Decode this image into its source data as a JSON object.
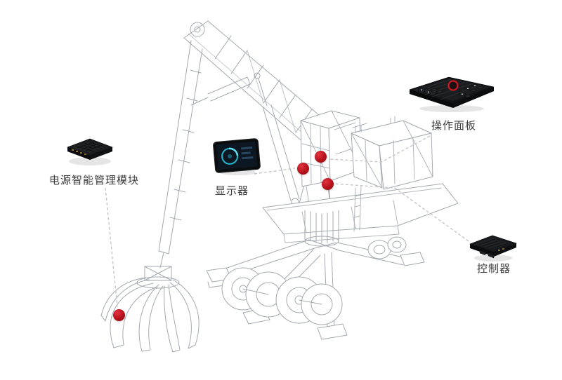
{
  "page": {
    "background": "#ffffff",
    "type": "product-hotspot-diagram",
    "subject": "material-handler-crane-wireframe"
  },
  "diagram": {
    "callouts": [
      {
        "id": "power-module",
        "label": "电源智能管理模块",
        "image": "power-module-photo"
      },
      {
        "id": "display",
        "label": "显示器",
        "image": "display-tablet-photo"
      },
      {
        "id": "control-panel",
        "label": "操作面板",
        "image": "control-panel-photo"
      },
      {
        "id": "controller",
        "label": "控制器",
        "image": "controller-photo"
      }
    ],
    "hotspots": [
      {
        "id": "hotspot-cab-left"
      },
      {
        "id": "hotspot-cab-top"
      },
      {
        "id": "hotspot-cab-bottom"
      },
      {
        "id": "hotspot-grapple"
      }
    ],
    "colors": {
      "hotspot": "#b5121b",
      "connector": "#c6c6c6",
      "wireframe": "#a4a9b0",
      "label_text": "#3c3c3c"
    }
  }
}
